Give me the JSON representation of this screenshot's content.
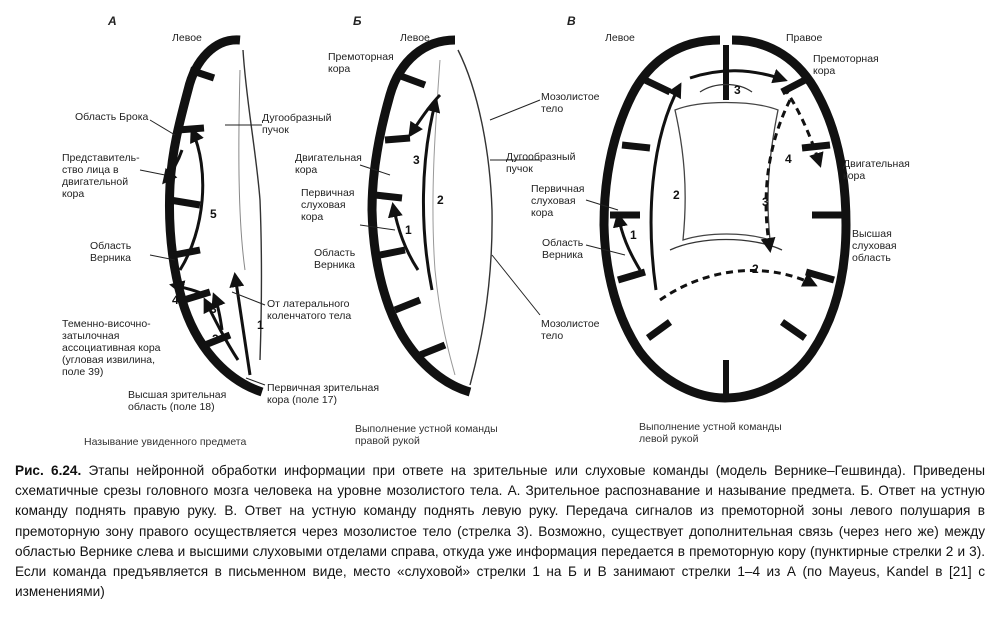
{
  "panels": [
    {
      "letter": "А",
      "title": "Называние увиденного предмета",
      "labels": {
        "left": "Левое",
        "broca": "Область Брока",
        "face": "Представитель-\nство лица в\nдвигательной\nкора",
        "wernicke": "Область\nВерника",
        "parietal": "Теменно-височно-\nзатылочная\nассоциативная кора\n(угловая извилина,\nполе 39)",
        "higher_visual": "Высшая зрительная\nобласть (поле 18)",
        "arcuate": "Дугообразный\nпучок",
        "lateral_geniculate": "От латерального\nколенчатого тела",
        "primary_visual": "Первичная зрительная\nкора (поле 17)"
      },
      "arrow_numbers": [
        "1",
        "2",
        "3",
        "4",
        "5",
        "6"
      ]
    },
    {
      "letter": "Б",
      "title": "Выполнение устной команды\nправой рукой",
      "labels": {
        "left": "Левое",
        "premotor": "Премоторная\nкора",
        "motor": "Двигательная\nкора",
        "primary_auditory": "Первичная\nслуховая\nкора",
        "wernicke": "Область\nВерника",
        "corpus_callosum_top": "Мозолистое\nтело",
        "arcuate": "Дугообразный\nпучок",
        "corpus_callosum_bottom": "Мозолистое\nтело"
      },
      "arrow_numbers": [
        "1",
        "2",
        "3"
      ]
    },
    {
      "letter": "В",
      "title": "Выполнение устной команды\nлевой рукой",
      "labels": {
        "left": "Левое",
        "right": "Правое",
        "primary_auditory": "Первичная\nслуховая\nкора",
        "wernicke": "Область\nВерника",
        "premotor": "Премоторная\nкора",
        "motor": "Двигательная\nкора",
        "higher_auditory": "Высшая\nслуховая\nобласть"
      },
      "arrow_numbers": [
        "1",
        "2",
        "3",
        "3",
        "2",
        "4"
      ]
    }
  ],
  "caption": {
    "figure_label": "Рис. 6.24.",
    "text": "Этапы нейронной обработки информации при ответе на зрительные или слуховые команды (модель Вернике–Гешвинда). Приведены схематичные срезы головного мозга человека на уровне мозолистого тела. А. Зрительное распознавание и называние предмета. Б. Ответ на устную команду поднять правую руку. В. Ответ на устную команду поднять левую руку. Передача сигналов из премоторной зоны левого полушария в премоторную зону правого осуществляется через мозолистое тело (стрелка 3). Возможно, существует дополнительная связь (через него же) между областью Вернике слева и высшими слуховыми отделами справа, откуда уже информация передается в премоторную кору (пунктирные стрелки 2 и 3). Если команда предъявляется в письменном виде, место «слуховой» стрелки 1 на Б и В занимают стрелки 1–4 из А (по Mayeus, Kandel в [21] с изменениями)"
  }
}
